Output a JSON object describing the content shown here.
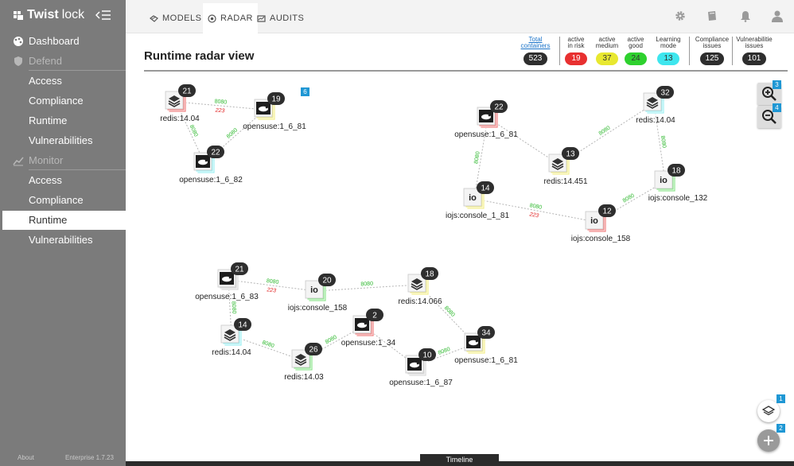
{
  "sidebar": {
    "logo_bold": "Twist",
    "logo_light": "lock",
    "items": [
      {
        "label": "Dashboard",
        "icon": "palette-icon"
      },
      {
        "label": "Defend",
        "icon": "shield-icon"
      },
      {
        "label": "Access"
      },
      {
        "label": "Compliance"
      },
      {
        "label": "Runtime"
      },
      {
        "label": "Vulnerabilities"
      },
      {
        "label": "Monitor",
        "icon": "chart-line-icon"
      },
      {
        "label": "Access"
      },
      {
        "label": "Compliance"
      },
      {
        "label": "Runtime"
      },
      {
        "label": "Vulnerabilities"
      }
    ],
    "footer_about": "About",
    "footer_version": "Enterprise 1.7.23"
  },
  "tabs": [
    {
      "label": "MODELS",
      "icon": "models-icon"
    },
    {
      "label": "RADAR",
      "icon": "radar-icon"
    },
    {
      "label": "AUDITS",
      "icon": "audits-icon"
    }
  ],
  "header": {
    "title": "Runtime radar view",
    "stats": [
      {
        "label1": "Total",
        "label2": "containers",
        "value": "523",
        "color": "#2e2e2e",
        "text": "#ffffff"
      },
      {
        "label1": "active",
        "label2": "in risk",
        "value": "19",
        "color": "#e83030",
        "text": "#ffffff"
      },
      {
        "label1": "active",
        "label2": "medium",
        "value": "37",
        "color": "#e8e830",
        "text": "#333333"
      },
      {
        "label1": "active",
        "label2": "good",
        "value": "24",
        "color": "#2ed12e",
        "text": "#333333"
      },
      {
        "label1": "Learning",
        "label2": "mode",
        "value": "13",
        "color": "#3ee6ee",
        "text": "#333333"
      },
      {
        "label1": "Compliance",
        "label2": "issues",
        "value": "125",
        "color": "#2e2e2e",
        "text": "#ffffff"
      },
      {
        "label1": "Vulnerabilitie",
        "label2": "issues",
        "value": "101",
        "color": "#2e2e2e",
        "text": "#ffffff"
      }
    ]
  },
  "radar": {
    "nodes": [
      {
        "name": "redis:14.04",
        "count": "21",
        "kind": "redis",
        "color": "red"
      },
      {
        "name": "opensuse:1_6_81",
        "count": "19",
        "kind": "opensuse",
        "color": "yellow"
      },
      {
        "name": "opensuse:1_6_82",
        "count": "22",
        "kind": "opensuse",
        "color": "cyan"
      },
      {
        "name": "opensuse:1_6_81",
        "count": "22",
        "kind": "opensuse",
        "color": "red"
      },
      {
        "name": "redis:14.04",
        "count": "32",
        "kind": "redis",
        "color": "cyan"
      },
      {
        "name": "redis:14.451",
        "count": "13",
        "kind": "redis",
        "color": "yellow"
      },
      {
        "name": "iojs:console_132",
        "count": "18",
        "kind": "io",
        "color": "green"
      },
      {
        "name": "iojs:console_1_81",
        "count": "14",
        "kind": "io",
        "color": "yellow"
      },
      {
        "name": "iojs:console_158",
        "count": "12",
        "kind": "io",
        "color": "red"
      },
      {
        "name": "opensuse:1_6_83",
        "count": "21",
        "kind": "opensuse",
        "color": "gray"
      },
      {
        "name": "iojs:console_158",
        "count": "20",
        "kind": "io",
        "color": "green"
      },
      {
        "name": "redis:14.066",
        "count": "18",
        "kind": "redis",
        "color": "yellow"
      },
      {
        "name": "redis:14.04",
        "count": "14",
        "kind": "redis",
        "color": "cyan"
      },
      {
        "name": "opensuse:1_34",
        "count": "2",
        "kind": "opensuse",
        "color": "red"
      },
      {
        "name": "redis:14.03",
        "count": "26",
        "kind": "redis",
        "color": "green"
      },
      {
        "name": "opensuse:1_6_81",
        "count": "34",
        "kind": "opensuse",
        "color": "yellow"
      },
      {
        "name": "opensuse:1_6_87",
        "count": "10",
        "kind": "opensuse",
        "color": "gray"
      }
    ],
    "edges": [
      {
        "from": 0,
        "to": 1,
        "label": "8080",
        "risk": "223"
      },
      {
        "from": 0,
        "to": 2,
        "label": "8080"
      },
      {
        "from": 1,
        "to": 2,
        "label": "8080"
      },
      {
        "from": 3,
        "to": 5,
        "label": ""
      },
      {
        "from": 3,
        "to": 7,
        "label": "8080"
      },
      {
        "from": 5,
        "to": 4,
        "label": "8080"
      },
      {
        "from": 4,
        "to": 6,
        "label": "8080"
      },
      {
        "from": 6,
        "to": 8,
        "label": "8080"
      },
      {
        "from": 7,
        "to": 8,
        "label": "8080",
        "risk": "223"
      },
      {
        "from": 9,
        "to": 10,
        "label": "8080",
        "risk": "223"
      },
      {
        "from": 10,
        "to": 11,
        "label": "8080"
      },
      {
        "from": 9,
        "to": 12,
        "label": "8080"
      },
      {
        "from": 12,
        "to": 14,
        "label": "8080"
      },
      {
        "from": 14,
        "to": 13,
        "label": "8080"
      },
      {
        "from": 13,
        "to": 16,
        "label": ""
      },
      {
        "from": 11,
        "to": 15,
        "label": "8080"
      },
      {
        "from": 16,
        "to": 15,
        "label": "8080"
      }
    ],
    "cluster_badge": "6",
    "zoom_in_badge": "3",
    "zoom_out_badge": "4",
    "layers_badge": "1",
    "add_badge": "2",
    "timeline_label": "Timeline",
    "colors": {
      "red": "#f08080",
      "yellow": "#f2ee8c",
      "cyan": "#9ef0f2",
      "green": "#8ee58e",
      "gray": "#d8d8d8",
      "edge_label": "#2db82d",
      "risk_label": "#e02020"
    }
  }
}
